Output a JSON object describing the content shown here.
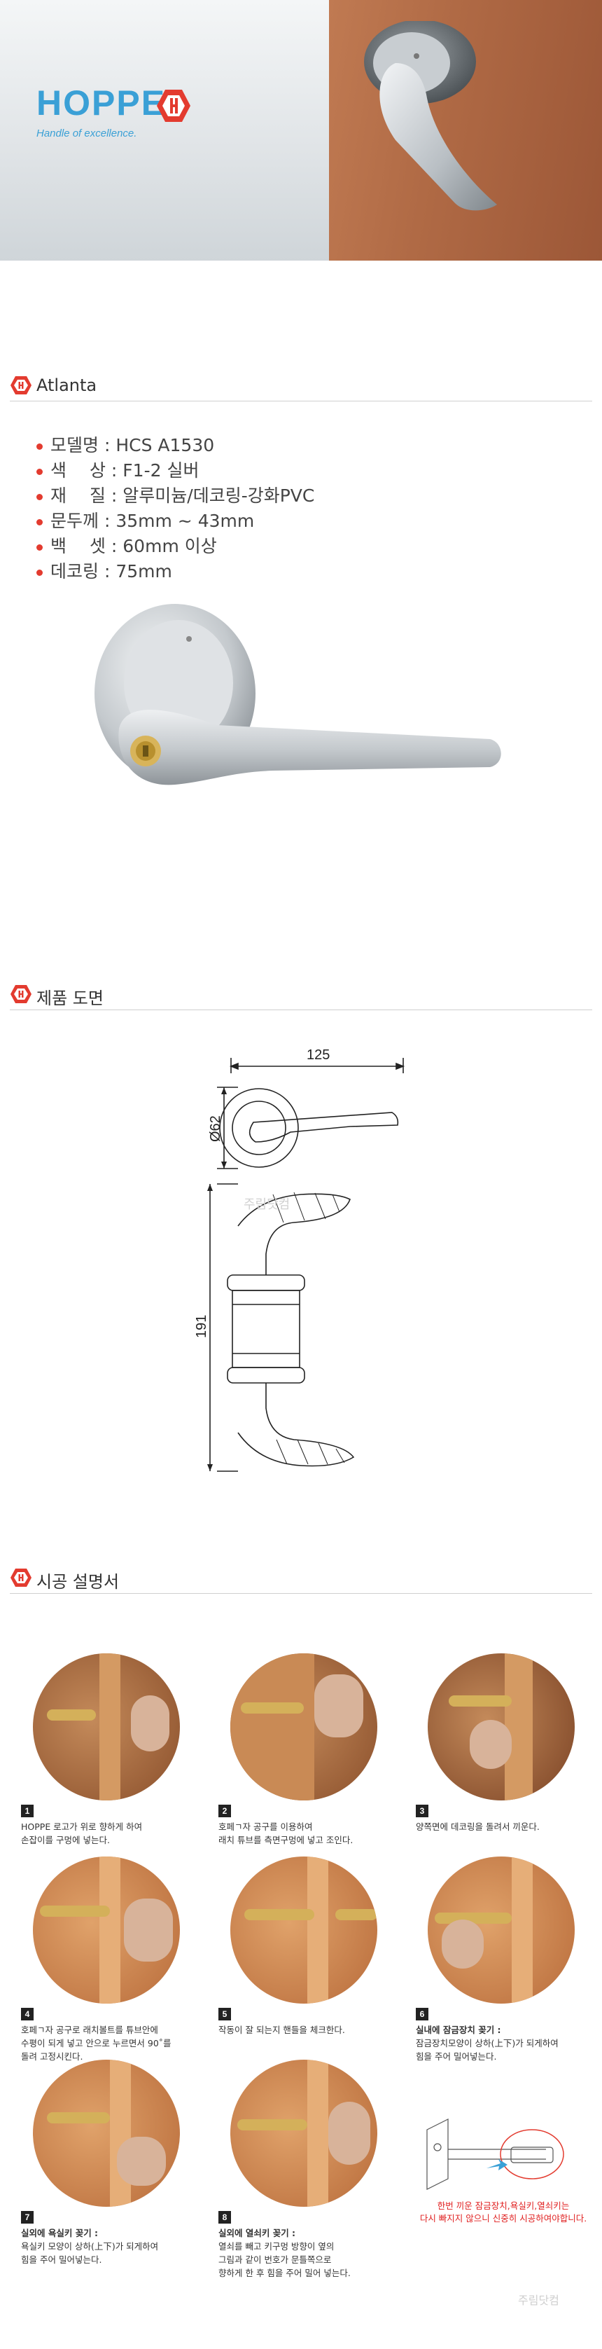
{
  "hero": {
    "brand": "HOPPE",
    "tagline": "Handle of excellence."
  },
  "sections": {
    "product": "Atlanta",
    "drawing": "제품 도면",
    "install": "시공 설명서"
  },
  "specs": [
    {
      "key": "모델명",
      "value": "HCS A1530"
    },
    {
      "key": "색　 상",
      "value": "F1-2 실버"
    },
    {
      "key": "재　 질",
      "value": "알루미늄/데코링-강화PVC"
    },
    {
      "key": "문두께",
      "value": "35mm ~ 43mm"
    },
    {
      "key": "백　 셋",
      "value": "60mm 이상"
    },
    {
      "key": "데코링",
      "value": "75mm"
    }
  ],
  "drawing": {
    "dim_width": "125",
    "dim_diameter": "Ø62",
    "dim_height": "191",
    "watermark": "주림닷컴"
  },
  "steps": [
    {
      "num": "1",
      "title": "",
      "text": [
        "HOPPE 로고가 위로 향하게 하여",
        "손잡이를 구멍에 넣는다."
      ]
    },
    {
      "num": "2",
      "title": "",
      "text": [
        "호페ㄱ자 공구를 이용하여",
        "래치 튜브를 측면구멍에 넣고 조인다."
      ]
    },
    {
      "num": "3",
      "title": "",
      "text": [
        "양쪽면에 데코링을 돌려서 끼운다."
      ]
    },
    {
      "num": "4",
      "title": "",
      "text": [
        "호페ㄱ자 공구로 래치볼트를 튜브안에",
        "수평이 되게 넣고 안으로 누르면서 90˚를",
        "돌려 고정시킨다."
      ]
    },
    {
      "num": "5",
      "title": "",
      "text": [
        "작동이 잘 되는지 핸들을 체크한다."
      ]
    },
    {
      "num": "6",
      "title": "실내에 잠금장치 꽂기 :",
      "text": [
        "잠금장치모양이 상하(上下)가 되게하여",
        "힘을 주어 밀어넣는다."
      ]
    },
    {
      "num": "7",
      "title": "실외에 욕실키 꽂기 :",
      "text": [
        "욕실키 모양이 상하(上下)가 되게하여",
        "힘을 주어 밀어넣는다."
      ]
    },
    {
      "num": "8",
      "title": "실외에 열쇠키 꽂기 :",
      "text": [
        "열쇠를 빼고 키구멍 방향이 옆의",
        "그림과 같이 번호가 문틀쪽으로",
        "향하게 한 후 힘을 주어 밀어 넣는다."
      ]
    }
  ],
  "note": [
    "한번 끼운 잠금장치,욕실키,열쇠키는",
    "다시 빠지지 않으니 신중히 시공하여야합니다."
  ],
  "footer_watermark": "주림닷컴",
  "colors": {
    "accent_red": "#e33b2f",
    "brand_blue": "#3aa0d6"
  }
}
